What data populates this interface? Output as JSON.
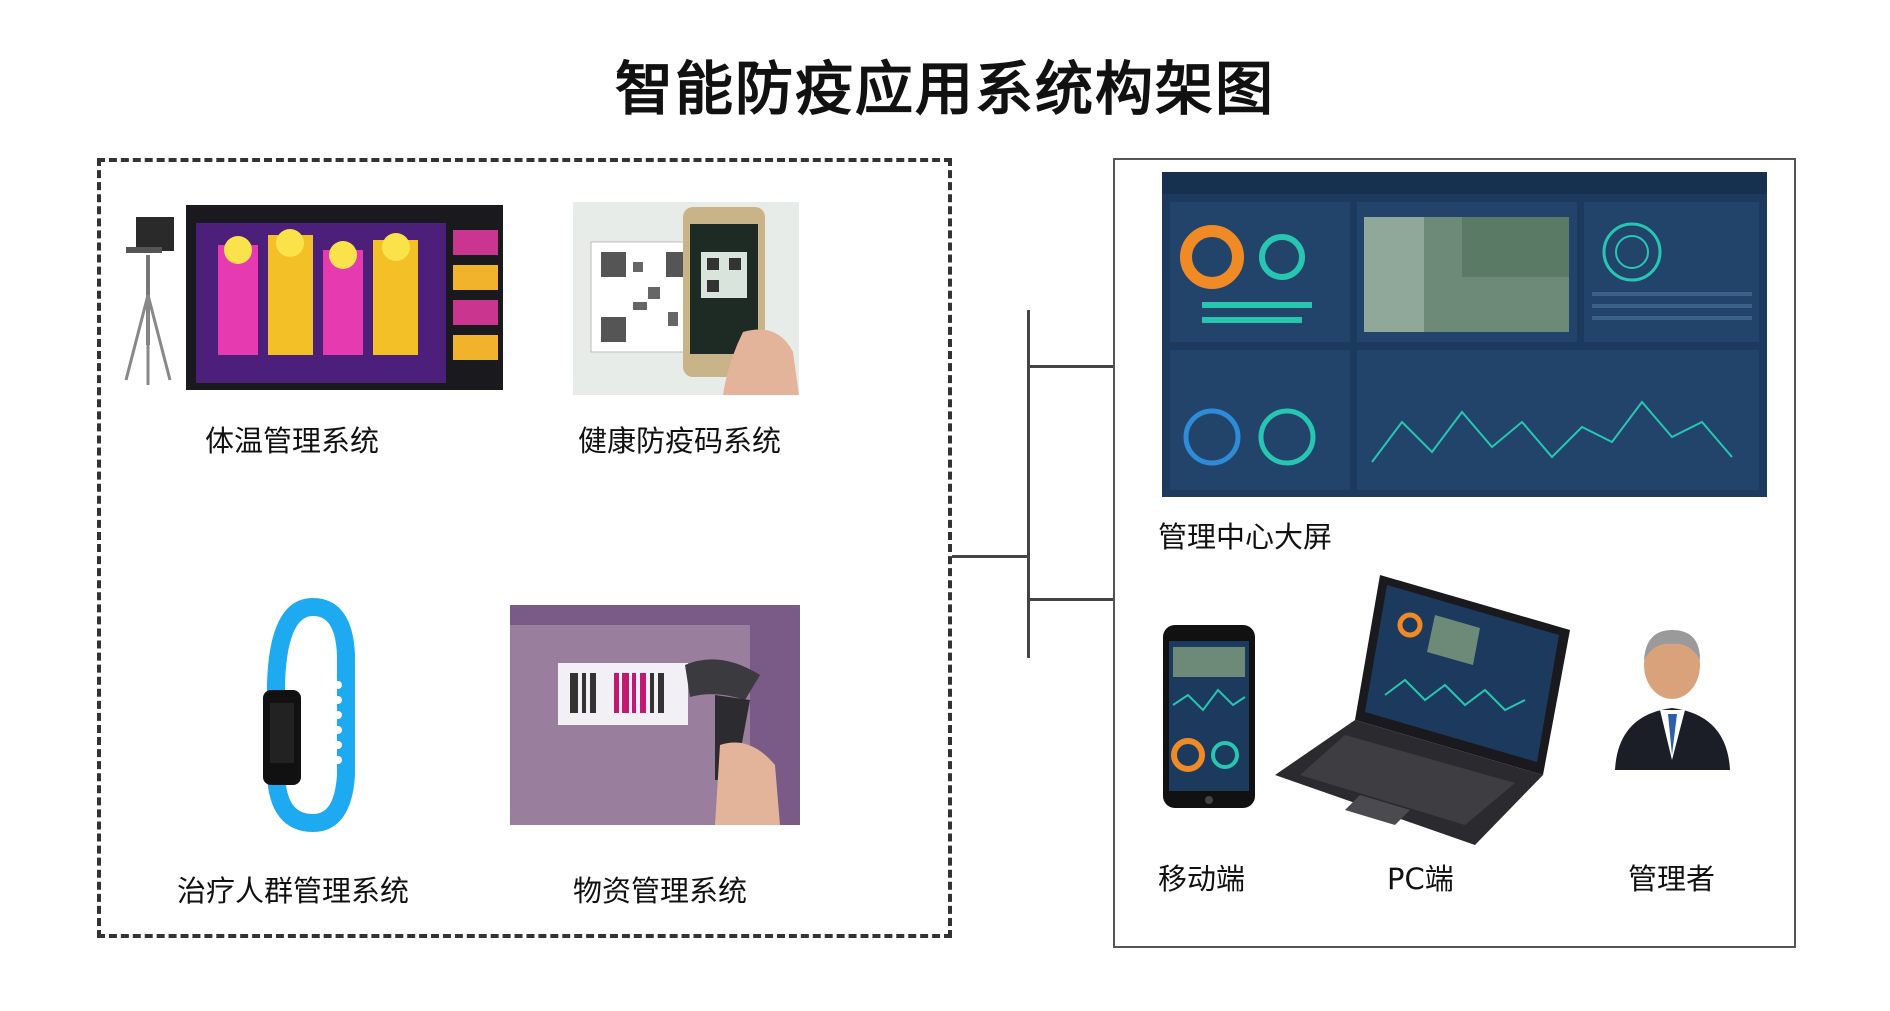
{
  "title": "智能防疫应用系统构架图",
  "left_systems": [
    {
      "label": "体温管理系统",
      "icon": "thermal-camera-icon"
    },
    {
      "label": "健康防疫码系统",
      "icon": "qr-phone-icon"
    },
    {
      "label": "治疗人群管理系统",
      "icon": "wristband-icon"
    },
    {
      "label": "物资管理系统",
      "icon": "barcode-scanner-icon"
    }
  ],
  "right_terminals": {
    "big_screen": {
      "label": "管理中心大屏",
      "icon": "dashboard-screen-icon"
    },
    "mobile": {
      "label": "移动端",
      "icon": "smartphone-icon"
    },
    "pc": {
      "label": "PC端",
      "icon": "laptop-icon"
    },
    "manager": {
      "label": "管理者",
      "icon": "manager-person-icon"
    }
  },
  "colors": {
    "dashboard_bg": "#1c3a5e",
    "accent_teal": "#27c6b0",
    "accent_orange": "#f08a24",
    "band_blue": "#1eaaf1",
    "frame_line": "#333333"
  }
}
